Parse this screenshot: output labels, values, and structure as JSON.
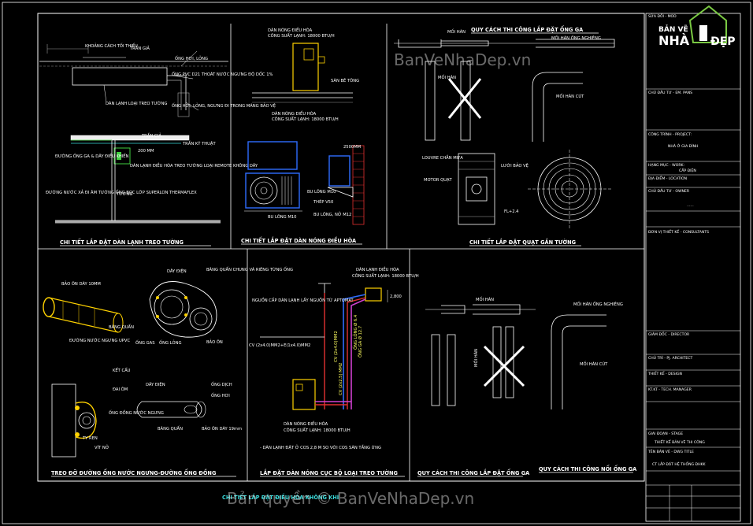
{
  "watermark_top": "BanVeNhaDep.vn",
  "watermark_bottom": "Bản quyền © BanVeNhaDep.vn",
  "sheet_title": "CHI TIẾT LẮP ĐẶT ĐIỀU HÒA KHÔNG KHÍ",
  "logo": {
    "line1": "BẢN VẼ",
    "line2": "NHÀ",
    "line3": "ĐẸP"
  },
  "panels": {
    "p1": {
      "title": "CHI TIẾT LẮP ĐẶT DÀN LẠNH TREO TƯỜNG",
      "labels": [
        "KHOẢNG CÁCH TỐI THIỂU",
        "TRẦN GIẢ",
        "ỐNG HƠI, LỎNG",
        "ỐNG PVC D21 THOÁT NƯỚC NGƯNG ĐỘ DỐC 1%",
        "DÀN LẠNH LOẠI TREO TƯỜNG",
        "ỐNG HƠI, LỎNG, NGƯNG ĐI TRONG MÁNG BẢO VỆ",
        "TRẦN KỸ THUẬT",
        "TRẦN GIẢ",
        "ĐƯỜNG ỐNG GA & DÂY ĐIỀU KHIỂN",
        "DÀN LẠNH ĐIỀU HÒA TREO TƯỜNG LOẠI REMOTE KHÔNG DÂY",
        "ĐƯỜNG NƯỚC XẢ ĐI ÂM TƯỜNG ỐNG BỌC LỚP SUPERLON THERMAFLEX",
        "TƯỜNG",
        "200 MM"
      ]
    },
    "p2": {
      "title": "CHI TIẾT LẮP ĐẶT DÀN NÓNG ĐIỀU HÒA",
      "labels": [
        "DÀN NÓNG ĐIỀU HÒA",
        "CÔNG SUẤT LẠNH: 18000 BTU/H",
        "SÀN BÊ TÔNG",
        "DÀN NÓNG ĐIỀU HÒA",
        "CÔNG SUẤT LẠNH: 18000 BTU/H",
        "2500MM",
        "BU LÔNG M10",
        "THÉP V50",
        "BU LÔNG M10",
        "BU LÔNG, NỞ M12"
      ]
    },
    "p3": {
      "title": "CHI TIẾT LẮP ĐẶT QUẠT GẮN TƯỜNG",
      "header": "QUY CÁCH THI CÔNG LẮP ĐẶT ỐNG GA",
      "labels": [
        "MỐI HÀN",
        "MỐI HÀN ỐNG NGHIÊNG",
        "MỐI HÀN",
        "MỐI HÀN CÚT",
        "LOUVRE CHẮN MƯA",
        "LƯỚI BẢO VỆ",
        "MOTOR QUẠT",
        "FL+2.4"
      ]
    },
    "p4": {
      "title": "TREO ĐỠ ĐƯỜNG ỐNG NƯỚC NGƯNG-ĐƯỜNG ỐNG ĐỒNG",
      "labels": [
        "BẢO ÔN DÀY 10MM",
        "BĂNG QUẤN",
        "ĐƯỜNG NƯỚC NGƯNG UPVC",
        "DÂY ĐIỆN",
        "BĂNG QUẤN CHUNG VÀ RIÊNG TỪNG ỐNG",
        "ỐNG GAS",
        "ỐNG LỎNG",
        "BẢO ÔN",
        "KẾT CẤU",
        "ĐAI ÔM",
        "ỐNG ĐỒNG NƯỚC NGƯNG",
        "TY REN",
        "VÍT NỞ",
        "DÂY ĐIỆN",
        "ỐNG DỊCH",
        "ỐNG HƠI",
        "BĂNG QUẤN",
        "BẢO ÔN DÀY 19mm"
      ]
    },
    "p5": {
      "title": "LẮP ĐẶT DÀN NÓNG CỤC BỘ LOẠI TREO TƯỜNG",
      "labels": [
        "DÀN LẠNH ĐIỀU HÒA",
        "CÔNG SUẤT LẠNH: 18000 BTU/H",
        "NGUỒN CẤP DÀN LẠNH LẤY NGUỒN TỪ APTOMAT",
        "CV (2x4.0)MM2+E(1x4.0)MM2",
        "CV (2x4.0)MM2",
        "CV (2x2.5) MM2",
        "ỐNG LỎNG Ø 6.4",
        "ỐNG GA Ø 12.7",
        "DÀN NÓNG ĐIỀU HÒA",
        "CÔNG SUẤT LẠNH: 18000 BTU/H",
        "- DÀN LẠNH ĐẶT Ở COS 2,8 M SO VỚI COS SÀN TẦNG ỨNG",
        "2,800"
      ]
    },
    "p6": {
      "title1": "QUY CÁCH THI CÔNG LẮP ĐẶT ỐNG GA",
      "title2": "QUY CÁCH THI CÔNG NỐI ỐNG GA",
      "labels": [
        "MỐI HÀN",
        "MỐI HÀN ỐNG NGHIÊNG",
        "MỐI HÀN",
        "MỐI HÀN CÚT"
      ]
    }
  },
  "title_block": {
    "rows": [
      {
        "label": "SỬA ĐỔI - MOD",
        "value": ""
      },
      {
        "label": "CHỦ ĐẦU TƯ - EM. PANS",
        "value": ""
      },
      {
        "label": "CÔNG TRÌNH - PROJECT:",
        "value": "NHÀ Ở GIA ĐÌNH"
      },
      {
        "label": "HẠNG MỤC - WORK:",
        "value": "CẤP ĐIỆN"
      },
      {
        "label": "ĐỊA ĐIỂM - LOCATION",
        "value": ""
      },
      {
        "label": "CHỦ ĐẦU TƯ - OWNER",
        "value": "......"
      },
      {
        "label": "ĐƠN VỊ THIẾT KẾ - CONSULTANTS",
        "value": ""
      },
      {
        "label": "GIÁM ĐỐC - DIRECTOR",
        "value": ""
      },
      {
        "label": "CHỦ TRÌ - PJ. ARCHITECT",
        "value": ""
      },
      {
        "label": "THIẾT KẾ - DESIGN",
        "value": ""
      },
      {
        "label": "KT.KT - TECH. MANAGER",
        "value": ""
      }
    ],
    "stage_label": "GIAI ĐOẠN - STAGE",
    "stage": "THIẾT KẾ BẢN VẼ THI CÔNG",
    "drawing_label": "TÊN BẢN VẼ - DWG TITLE",
    "drawing": "CT LẮP ĐẶT HỆ THỐNG ĐHKK"
  },
  "colors": {
    "background": "#000000",
    "line": "#ffffff",
    "pipe_liquid": "#e23030",
    "pipe_gas": "#d040d0",
    "cable": "#2f6cff",
    "unit": "#ffd200"
  }
}
